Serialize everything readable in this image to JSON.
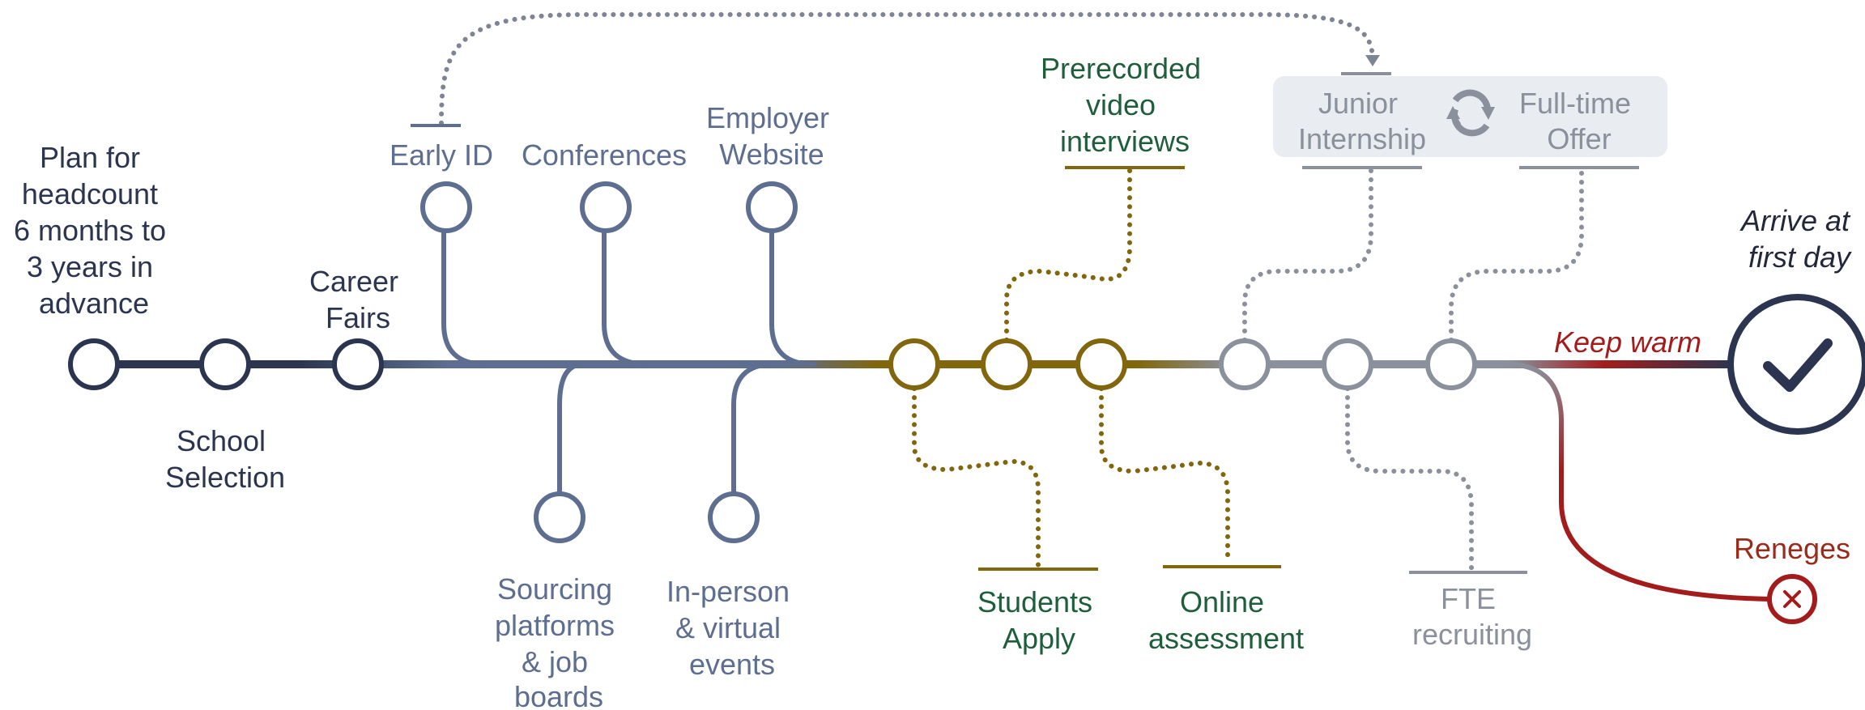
{
  "colors": {
    "navy": "#2b3550",
    "slate": "#5d6e90",
    "gold": "#82660d",
    "green": "#1f5e3a",
    "grey": "#8a909c",
    "red": "#a31c1c",
    "panel": "#e9ecf0"
  },
  "stages": {
    "plan_for_headcount": [
      "Plan for",
      "headcount",
      "6 months to",
      "3 years in",
      "advance"
    ],
    "school_selection": [
      "School",
      "Selection"
    ],
    "career_fairs": [
      "Career",
      "Fairs"
    ],
    "early_id": [
      "Early ID"
    ],
    "conferences": [
      "Conferences"
    ],
    "employer_website": [
      "Employer",
      "Website"
    ],
    "sourcing_platforms": [
      "Sourcing",
      "platforms",
      "& job",
      "boards"
    ],
    "in_person_events": [
      "In-person",
      "& virtual",
      "events"
    ],
    "prerecorded_video": [
      "Prerecorded",
      "video",
      "interviews"
    ],
    "students_apply": [
      "Students",
      "Apply"
    ],
    "online_assessment": [
      "Online",
      "assessment"
    ],
    "junior_internship": [
      "Junior",
      "Internship"
    ],
    "full_time_offer": [
      "Full-time",
      "Offer"
    ],
    "fte_recruiting": [
      "FTE",
      "recruiting"
    ],
    "keep_warm": [
      "Keep warm"
    ],
    "arrive_first_day": [
      "Arrive at",
      "first day"
    ],
    "reneges": [
      "Reneges"
    ]
  },
  "icons": {
    "cycle": "refresh-cycle-icon",
    "arrive": "checkmark-icon",
    "renege": "close-x-icon"
  }
}
